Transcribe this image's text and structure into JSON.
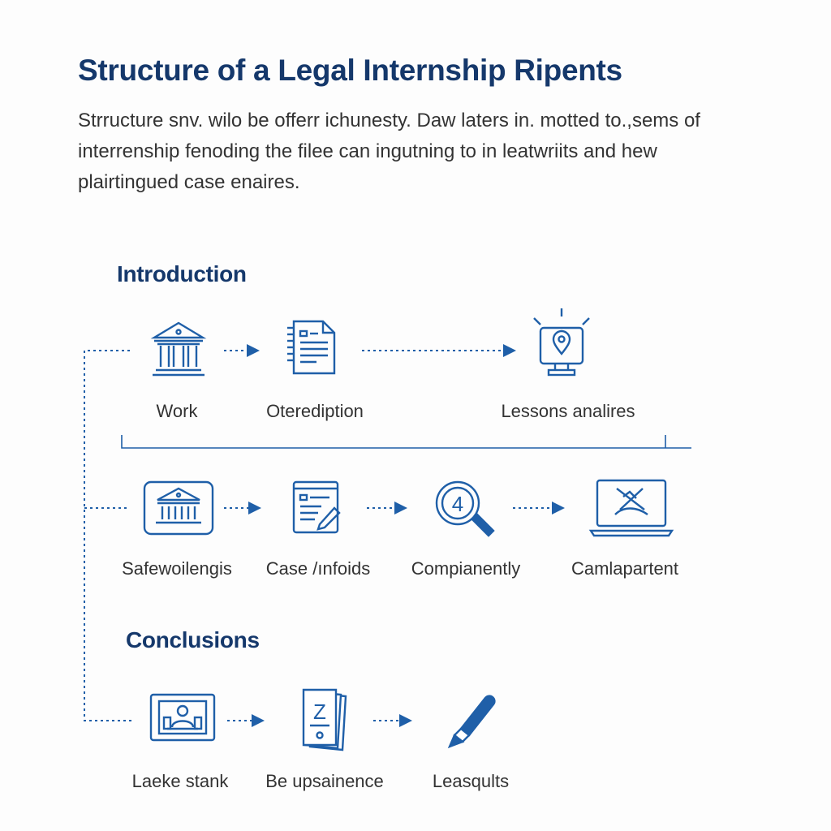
{
  "title": "Structure of a Legal Internship Ripents",
  "intro": "Strructure snv. wilo be offerr ichunesty. Daw laters in. motted to.,sems of interrenship fenoding the filee can ingutning to in leatwriits and hew plairtingued case enaires.",
  "sections": {
    "introduction": "Introduction",
    "conclusions": "Conclusions"
  },
  "rows": [
    [
      {
        "label": "Work",
        "icon": "courthouse-icon"
      },
      {
        "label": "Oteredipt​ion",
        "icon": "document-icon"
      },
      {
        "label": "Lessons analires",
        "icon": "location-screen-icon"
      }
    ],
    [
      {
        "label": "Safewoilengis",
        "icon": "framed-courthouse-icon"
      },
      {
        "label": "Case /ınfoids",
        "icon": "notepad-pen-icon"
      },
      {
        "label": "Compianently",
        "icon": "magnifier-icon"
      },
      {
        "label": "Camlapartent",
        "icon": "laptop-icon"
      }
    ],
    [
      {
        "label": "Laeke stank",
        "icon": "meeting-screen-icon"
      },
      {
        "label": "Be upsainence",
        "icon": "card-stack-icon"
      },
      {
        "label": "Leasqults",
        "icon": "marker-pen-icon"
      }
    ]
  ],
  "colors": {
    "primary": "#1f5fa8",
    "heading": "#15386b"
  }
}
